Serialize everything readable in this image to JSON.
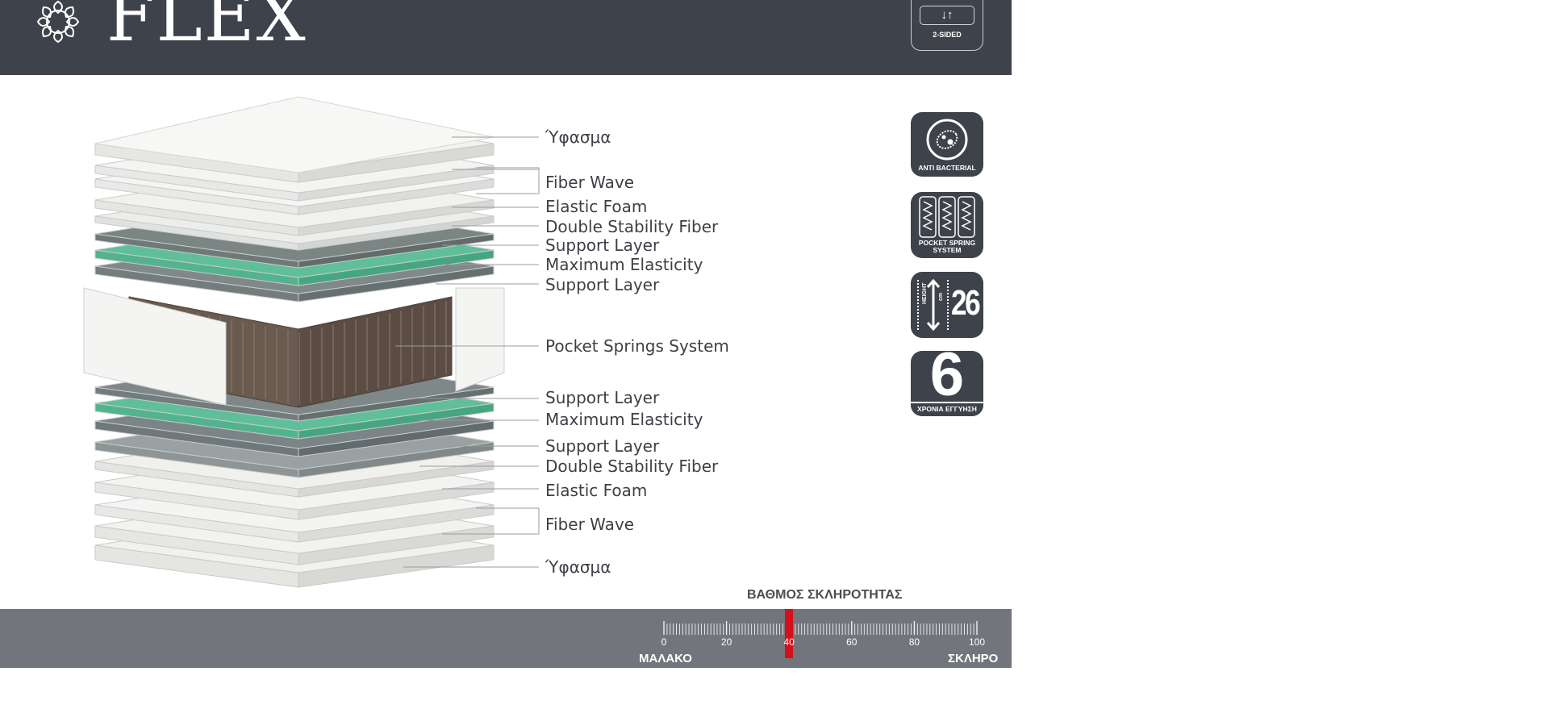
{
  "brand": {
    "name": "FLEX"
  },
  "header_badge": {
    "label": "2-SIDED",
    "icon": "flip-arrows-icon",
    "glyph": "↓↑"
  },
  "badges": [
    {
      "label": "ANTI BACTERIAL",
      "icon": "anti-bacterial-icon"
    },
    {
      "label": "POCKET SPRING SYSTEM",
      "icon": "pocket-spring-icon"
    },
    {
      "label_vertical": "HEIGHT",
      "unit": "cm",
      "value": "26",
      "icon": "height-icon"
    },
    {
      "value": "6",
      "label": "ΧΡΟΝΙΑ ΕΓΓΥΗΣΗ",
      "icon": "warranty-icon"
    }
  ],
  "layers": [
    "Ύφασμα",
    "Fiber Wave",
    "Elastic Foam",
    "Double Stability Fiber",
    "Support Layer",
    "Maximum Elasticity",
    "Support Layer",
    "Pocket Springs System",
    "Support Layer",
    "Maximum Elasticity",
    "Support Layer",
    "Double Stability Fiber",
    "Elastic Foam",
    "Fiber Wave",
    "Ύφασμα"
  ],
  "firmness": {
    "title": "ΒΑΘΜΟΣ ΣΚΛΗΡΟΤΗΤΑΣ",
    "value": 40,
    "min_label": "ΜΑΛΑΚΟ",
    "max_label": "ΣΚΛΗΡΟ",
    "ticks": [
      "0",
      "20",
      "40",
      "60",
      "80",
      "100"
    ],
    "marker_color": "#d4101b"
  },
  "colors": {
    "header": "#3e434b",
    "bar": "#72757c",
    "green": "#5fbf9a"
  }
}
